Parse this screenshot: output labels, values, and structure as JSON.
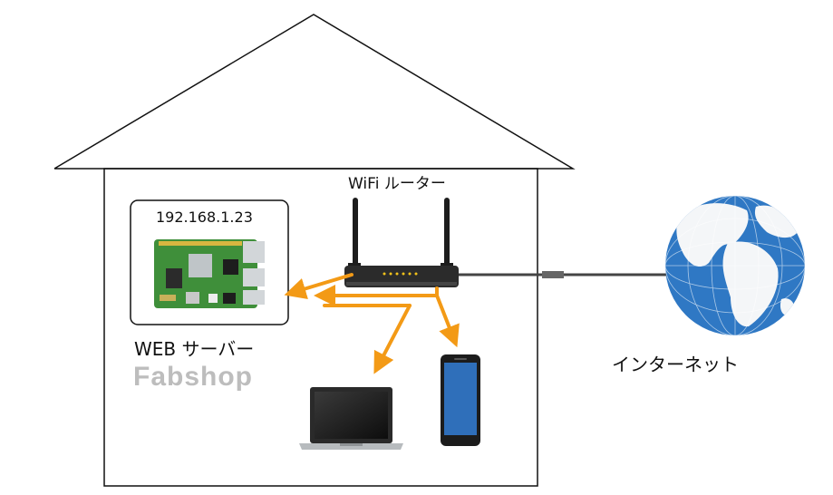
{
  "router": {
    "label": "WiFi ルーター",
    "icon": "wifi-router-icon"
  },
  "server": {
    "ip": "192.168.1.23",
    "label": "WEB サーバー",
    "brand": "Fabshop",
    "icon": "raspberry-pi-board-icon"
  },
  "internet": {
    "label": "インターネット",
    "icon": "globe-icon"
  },
  "clients": [
    {
      "icon": "laptop-icon"
    },
    {
      "icon": "smartphone-icon"
    }
  ],
  "colors": {
    "flow_arrow": "#f39a16",
    "globe_ocean": "#2f78c4",
    "brand_text": "#bdbdbd",
    "board_green": "#3f8f3a"
  }
}
